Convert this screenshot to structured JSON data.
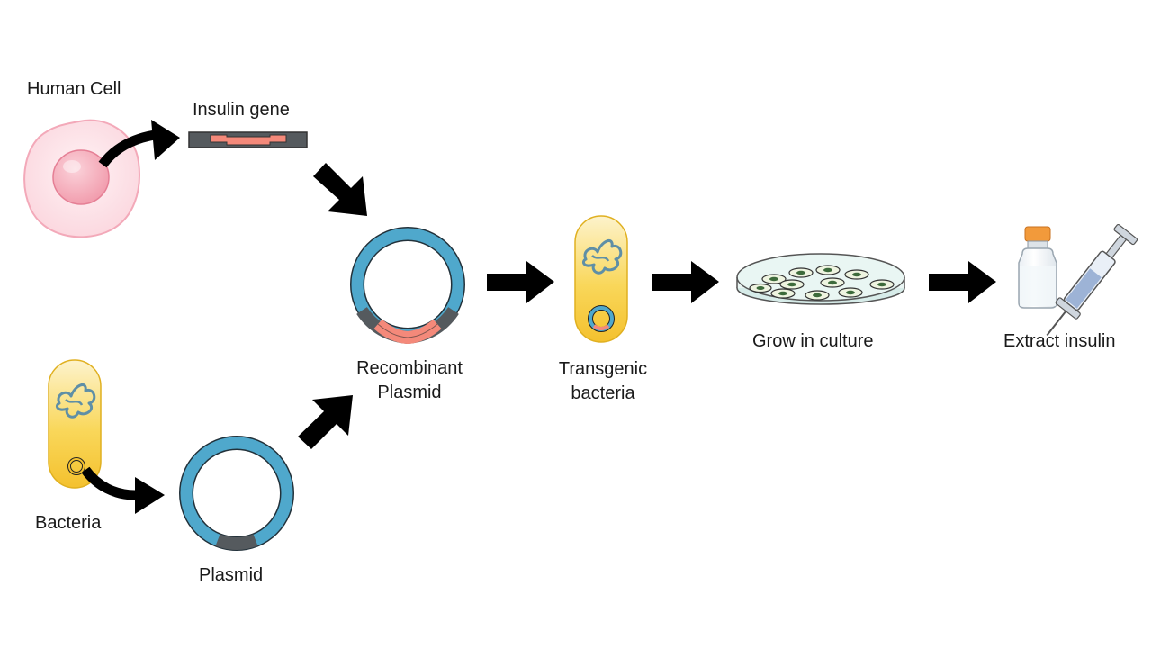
{
  "labels": {
    "human_cell": "Human Cell",
    "insulin_gene": "Insulin gene",
    "recombinant_line1": "Recombinant",
    "recombinant_line2": "Plasmid",
    "transgenic_line1": "Transgenic",
    "transgenic_line2": "bacteria",
    "grow": "Grow in culture",
    "extract": "Extract insulin",
    "bacteria": "Bacteria",
    "plasmid": "Plasmid"
  },
  "colors": {
    "cell_body": "#fde1e6",
    "cell_nucleus": "#f5a8b6",
    "insulin_gene": "#f4897a",
    "plasmid_ring": "#4fa8cc",
    "plasmid_site": "#555a5e",
    "bacteria_body": "#f7c93d",
    "bacteria_light": "#fdf1c2",
    "dna": "#5f8fa6",
    "vial_cap": "#f29a3b",
    "syringe": "#9db3d6",
    "arrow": "#000000"
  },
  "icons": [
    "human-cell",
    "insulin-gene-strip",
    "recombinant-plasmid",
    "transgenic-bacterium",
    "petri-dish",
    "insulin-vial",
    "syringe",
    "bacterium",
    "plasmid"
  ]
}
